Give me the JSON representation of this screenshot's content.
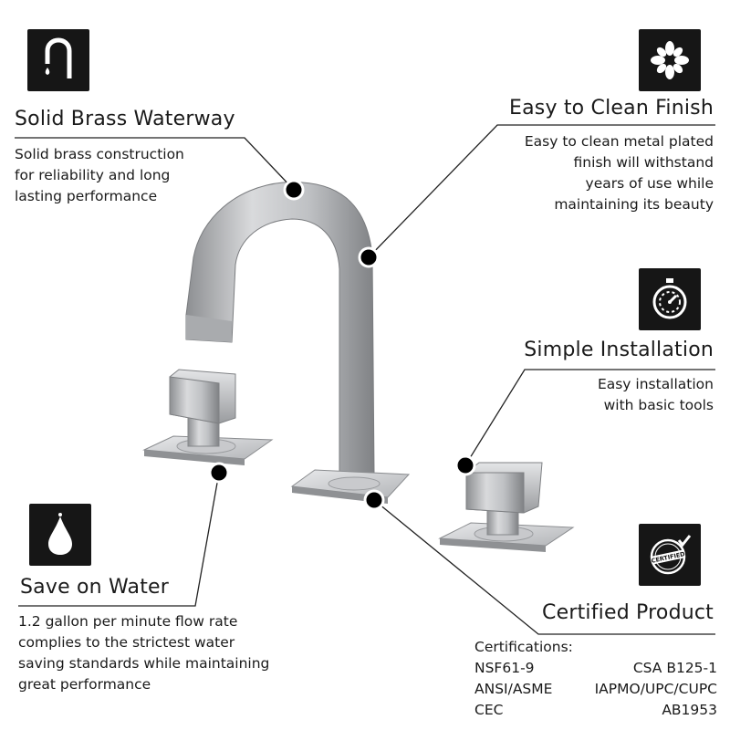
{
  "features": {
    "waterway": {
      "title": "Solid Brass Waterway",
      "desc": [
        "Solid brass construction",
        "for reliability and long",
        "lasting performance"
      ],
      "icon": "faucet-spout-icon"
    },
    "finish": {
      "title": "Easy to Clean Finish",
      "desc": [
        "Easy to clean metal plated",
        "finish will withstand",
        "years of use while",
        "maintaining its beauty"
      ],
      "icon": "sparkle-clean-icon"
    },
    "install": {
      "title": "Simple Installation",
      "desc": [
        "Easy installation",
        "with basic tools"
      ],
      "icon": "stopwatch-icon"
    },
    "water": {
      "title": "Save on Water",
      "desc": [
        "1.2 gallon per minute flow rate",
        "complies to the strictest water",
        "saving standards while maintaining",
        "great performance"
      ],
      "icon": "water-drop-icon"
    },
    "certified": {
      "title": "Certified Product",
      "icon": "certified-stamp-icon",
      "stamp_text": "CERTIFIED"
    }
  },
  "certifications": {
    "heading": "Certifications:",
    "rows": [
      {
        "left": "NSF61-9",
        "right": "CSA B125-1"
      },
      {
        "left": "ANSI/ASME",
        "right": "IAPMO/UPC/CUPC"
      },
      {
        "left": "CEC",
        "right": "AB1953"
      }
    ]
  },
  "colors": {
    "icon_bg": "#161616",
    "text": "#1a1a1a",
    "callout_dot": "#000000"
  }
}
